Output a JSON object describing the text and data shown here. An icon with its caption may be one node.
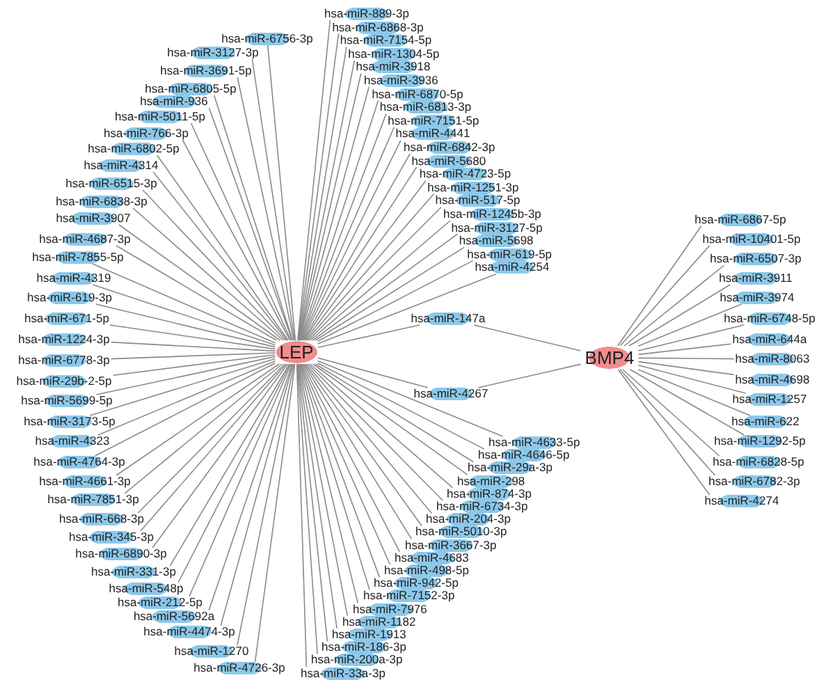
{
  "diagram": {
    "nodes": [
      {
        "text": [
          "LEP"
        ]
      },
      {
        "text": [
          "BMP4"
        ]
      },
      {
        "text": [
          "hsa-miR-6756-3p"
        ]
      },
      {
        "text": [
          "hsa-miR-3127-3p"
        ]
      },
      {
        "text": [
          "hsa-miR-3691-5p"
        ]
      },
      {
        "text": [
          "hsa-miR-6805-5p"
        ]
      },
      {
        "text": [
          "hsa-miR-936"
        ]
      },
      {
        "text": [
          "hsa-miR-5011-5p"
        ]
      },
      {
        "text": [
          "hsa-miR-766-3p"
        ]
      },
      {
        "text": [
          "hsa-miR-6802-5p"
        ]
      },
      {
        "text": [
          "hsa-miR-4314"
        ]
      },
      {
        "text": [
          "hsa-miR-6515-3p"
        ]
      },
      {
        "text": [
          "hsa-miR-6838-3p"
        ]
      },
      {
        "text": [
          "hsa-miR-3907"
        ]
      },
      {
        "text": [
          "hsa-miR-4687-3p"
        ]
      },
      {
        "text": [
          "hsa-miR-7855-5p"
        ]
      },
      {
        "text": [
          "hsa-miR-4319"
        ]
      },
      {
        "text": [
          "hsa-miR-619-3p"
        ]
      },
      {
        "text": [
          "hsa-miR-671-5p"
        ]
      },
      {
        "text": [
          "hsa-miR-1224-3p"
        ]
      },
      {
        "text": [
          "hsa-miR-6778-3p"
        ]
      },
      {
        "text": [
          "hsa-miR-29b-2-5p"
        ]
      },
      {
        "text": [
          "hsa-miR-5699-5p"
        ]
      },
      {
        "text": [
          "hsa-miR-3173-5p"
        ]
      },
      {
        "text": [
          "hsa-miR-4323"
        ]
      },
      {
        "text": [
          "hsa-miR-4764-3p"
        ]
      },
      {
        "text": [
          "hsa-miR-4661-3p"
        ]
      },
      {
        "text": [
          "hsa-miR-7851-3p"
        ]
      },
      {
        "text": [
          "hsa-miR-668-3p"
        ]
      },
      {
        "text": [
          "hsa-miR-345-3p"
        ]
      },
      {
        "text": [
          "hsa-miR-6890-3p"
        ]
      },
      {
        "text": [
          "hsa-miR-331-3p"
        ]
      },
      {
        "text": [
          "hsa-miR-548p"
        ]
      },
      {
        "text": [
          "hsa-miR-212-5p"
        ]
      },
      {
        "text": [
          "hsa-miR-5692a"
        ]
      },
      {
        "text": [
          "hsa-miR-4474-3p"
        ]
      },
      {
        "text": [
          "hsa-miR-1270"
        ]
      },
      {
        "text": [
          "hsa-miR-4726-3p"
        ]
      },
      {
        "text": [
          "hsa-miR-33a-3p"
        ]
      },
      {
        "text": [
          "hsa-miR-200a-3p"
        ]
      },
      {
        "text": [
          "hsa-miR-186-3p"
        ]
      },
      {
        "text": [
          "hsa-miR-1913"
        ]
      },
      {
        "text": [
          "hsa-miR-1182"
        ]
      },
      {
        "text": [
          "hsa-miR-7152-3p"
        ]
      },
      {
        "text": [
          "hsa-miR-4683"
        ]
      },
      {
        "text": [
          "hsa-miR-204-3p"
        ]
      },
      {
        "text": [
          "hsa-miR-4646-5p"
        ]
      },
      {
        "text": [
          "hsa-miR-4633-5p"
        ]
      },
      {
        "text": [
          "hsa-miR-29a-3p"
        ]
      },
      {
        "text": [
          "hsa-miR-874-3p"
        ]
      },
      {
        "text": [
          "hsa-miR-5010-3p"
        ]
      },
      {
        "text": [
          "hsa-miR-298"
        ]
      },
      {
        "text": [
          "hsa-miR-498-5p"
        ]
      },
      {
        "text": [
          "hsa-miR-6734-3p"
        ]
      },
      {
        "text": [
          "hsa-miR-942-5p"
        ]
      },
      {
        "text": [
          "hsa-miR-7976"
        ]
      },
      {
        "text": [
          "hsa-miR-3667-3p"
        ]
      },
      {
        "text": [
          "hsa-miR-889-3p"
        ]
      },
      {
        "text": [
          "hsa-miR-6868-3p"
        ]
      },
      {
        "text": [
          "hsa-miR-7154-5p"
        ]
      },
      {
        "text": [
          "hsa-miR-1304-5p"
        ]
      },
      {
        "text": [
          "hsa-miR-6870-5p"
        ]
      },
      {
        "text": [
          "hsa-miR-4441"
        ]
      },
      {
        "text": [
          "hsa-miR-1251-3p"
        ]
      },
      {
        "text": [
          "hsa-miR-5698"
        ]
      },
      {
        "text": [
          "hsa-miR-3918"
        ]
      },
      {
        "text": [
          "hsa-miR-3936"
        ]
      },
      {
        "text": [
          "hsa-miR-6813-3p"
        ]
      },
      {
        "text": [
          "hsa-miR-6842-3p"
        ]
      },
      {
        "text": [
          "hsa-miR-4723-5p"
        ]
      },
      {
        "text": [
          "hsa-miR-1245b-3p"
        ]
      },
      {
        "text": [
          "hsa-miR-619-5p"
        ]
      },
      {
        "text": [
          "hsa-miR-7151-5p"
        ]
      },
      {
        "text": [
          "hsa-miR-5680"
        ]
      },
      {
        "text": [
          "hsa-miR-517-5p"
        ]
      },
      {
        "text": [
          "hsa-miR-3127-5p"
        ]
      },
      {
        "text": [
          "hsa-miR-4254"
        ]
      },
      {
        "text": [
          "hsa-miR-147a"
        ]
      },
      {
        "text": [
          "hsa-miR-4267"
        ]
      },
      {
        "text": [
          "hsa-miR-6867-5p"
        ]
      },
      {
        "text": [
          "hsa-miR-10401-5p"
        ]
      },
      {
        "text": [
          "hsa-miR-6507-3p"
        ]
      },
      {
        "text": [
          "hsa-miR-3911"
        ]
      },
      {
        "text": [
          "hsa-miR-3974"
        ]
      },
      {
        "text": [
          "hsa-miR-6748-5p"
        ]
      },
      {
        "text": [
          "hsa-miR-644a"
        ]
      },
      {
        "text": [
          "hsa-miR-8063"
        ]
      },
      {
        "text": [
          "hsa-miR-4698"
        ]
      },
      {
        "text": [
          "hsa-miR-1257"
        ]
      },
      {
        "text": [
          "hsa-miR-622"
        ]
      },
      {
        "text": [
          "hsa-miR-1292-5p"
        ]
      },
      {
        "text": [
          "hsa-miR-6828-5p"
        ]
      },
      {
        "text": [
          "hsa-miR-6782-3p"
        ]
      },
      {
        "text": [
          "hsa-miR-4274"
        ]
      }
    ],
    "edges": [
      {
        "from": 0,
        "to": 2,
        "arrow": "none"
      },
      {
        "from": 0,
        "to": 3,
        "arrow": "none"
      },
      {
        "from": 0,
        "to": 4,
        "arrow": "none"
      },
      {
        "from": 0,
        "to": 5,
        "arrow": "none"
      },
      {
        "from": 0,
        "to": 6,
        "arrow": "none"
      },
      {
        "from": 0,
        "to": 7,
        "arrow": "none"
      },
      {
        "from": 0,
        "to": 8,
        "arrow": "none"
      },
      {
        "from": 0,
        "to": 9,
        "arrow": "none"
      },
      {
        "from": 0,
        "to": 10,
        "arrow": "none"
      },
      {
        "from": 0,
        "to": 11,
        "arrow": "none"
      },
      {
        "from": 0,
        "to": 12,
        "arrow": "none"
      },
      {
        "from": 0,
        "to": 13,
        "arrow": "none"
      },
      {
        "from": 0,
        "to": 14,
        "arrow": "none"
      },
      {
        "from": 0,
        "to": 15,
        "arrow": "none"
      },
      {
        "from": 0,
        "to": 16,
        "arrow": "none"
      },
      {
        "from": 0,
        "to": 17,
        "arrow": "none"
      },
      {
        "from": 0,
        "to": 18,
        "arrow": "none"
      },
      {
        "from": 0,
        "to": 19,
        "arrow": "none"
      },
      {
        "from": 0,
        "to": 20,
        "arrow": "none"
      },
      {
        "from": 0,
        "to": 21,
        "arrow": "none"
      },
      {
        "from": 0,
        "to": 22,
        "arrow": "none"
      },
      {
        "from": 0,
        "to": 23,
        "arrow": "none"
      },
      {
        "from": 0,
        "to": 24,
        "arrow": "none"
      },
      {
        "from": 0,
        "to": 25,
        "arrow": "none"
      },
      {
        "from": 0,
        "to": 26,
        "arrow": "none"
      },
      {
        "from": 0,
        "to": 27,
        "arrow": "none"
      },
      {
        "from": 0,
        "to": 28,
        "arrow": "none"
      },
      {
        "from": 0,
        "to": 29,
        "arrow": "none"
      },
      {
        "from": 0,
        "to": 30,
        "arrow": "none"
      },
      {
        "from": 0,
        "to": 31,
        "arrow": "none"
      },
      {
        "from": 0,
        "to": 32,
        "arrow": "none"
      },
      {
        "from": 0,
        "to": 33,
        "arrow": "none"
      },
      {
        "from": 0,
        "to": 34,
        "arrow": "none"
      },
      {
        "from": 0,
        "to": 35,
        "arrow": "none"
      },
      {
        "from": 0,
        "to": 36,
        "arrow": "none"
      },
      {
        "from": 0,
        "to": 37,
        "arrow": "none"
      },
      {
        "from": 0,
        "to": 38,
        "arrow": "none"
      },
      {
        "from": 0,
        "to": 39,
        "arrow": "none"
      },
      {
        "from": 0,
        "to": 40,
        "arrow": "none"
      },
      {
        "from": 0,
        "to": 41,
        "arrow": "none"
      },
      {
        "from": 0,
        "to": 42,
        "arrow": "none"
      },
      {
        "from": 0,
        "to": 43,
        "arrow": "none"
      },
      {
        "from": 0,
        "to": 44,
        "arrow": "none"
      },
      {
        "from": 0,
        "to": 45,
        "arrow": "none"
      },
      {
        "from": 0,
        "to": 46,
        "arrow": "none"
      },
      {
        "from": 0,
        "to": 47,
        "arrow": "none"
      },
      {
        "from": 0,
        "to": 48,
        "arrow": "none"
      },
      {
        "from": 0,
        "to": 49,
        "arrow": "none"
      },
      {
        "from": 0,
        "to": 50,
        "arrow": "none"
      },
      {
        "from": 0,
        "to": 51,
        "arrow": "none"
      },
      {
        "from": 0,
        "to": 52,
        "arrow": "none"
      },
      {
        "from": 0,
        "to": 53,
        "arrow": "none"
      },
      {
        "from": 0,
        "to": 54,
        "arrow": "none"
      },
      {
        "from": 0,
        "to": 55,
        "arrow": "none"
      },
      {
        "from": 0,
        "to": 56,
        "arrow": "none"
      },
      {
        "from": 0,
        "to": 57,
        "arrow": "none"
      },
      {
        "from": 0,
        "to": 58,
        "arrow": "none"
      },
      {
        "from": 0,
        "to": 59,
        "arrow": "none"
      },
      {
        "from": 0,
        "to": 60,
        "arrow": "none"
      },
      {
        "from": 0,
        "to": 61,
        "arrow": "none"
      },
      {
        "from": 0,
        "to": 62,
        "arrow": "none"
      },
      {
        "from": 0,
        "to": 63,
        "arrow": "none"
      },
      {
        "from": 0,
        "to": 64,
        "arrow": "none"
      },
      {
        "from": 0,
        "to": 65,
        "arrow": "none"
      },
      {
        "from": 0,
        "to": 66,
        "arrow": "none"
      },
      {
        "from": 0,
        "to": 67,
        "arrow": "none"
      },
      {
        "from": 0,
        "to": 68,
        "arrow": "none"
      },
      {
        "from": 0,
        "to": 69,
        "arrow": "none"
      },
      {
        "from": 0,
        "to": 70,
        "arrow": "none"
      },
      {
        "from": 0,
        "to": 71,
        "arrow": "none"
      },
      {
        "from": 0,
        "to": 72,
        "arrow": "none"
      },
      {
        "from": 0,
        "to": 73,
        "arrow": "none"
      },
      {
        "from": 0,
        "to": 74,
        "arrow": "none"
      },
      {
        "from": 0,
        "to": 75,
        "arrow": "none"
      },
      {
        "from": 0,
        "to": 76,
        "arrow": "none"
      },
      {
        "from": 0,
        "to": 77,
        "arrow": "none"
      },
      {
        "from": 0,
        "to": 78,
        "arrow": "none"
      },
      {
        "from": 1,
        "to": 77,
        "arrow": "none"
      },
      {
        "from": 1,
        "to": 78,
        "arrow": "none"
      },
      {
        "from": 1,
        "to": 79,
        "arrow": "none"
      },
      {
        "from": 1,
        "to": 80,
        "arrow": "none"
      },
      {
        "from": 1,
        "to": 81,
        "arrow": "none"
      },
      {
        "from": 1,
        "to": 82,
        "arrow": "none"
      },
      {
        "from": 1,
        "to": 83,
        "arrow": "none"
      },
      {
        "from": 1,
        "to": 84,
        "arrow": "none"
      },
      {
        "from": 1,
        "to": 85,
        "arrow": "none"
      },
      {
        "from": 1,
        "to": 86,
        "arrow": "none"
      },
      {
        "from": 1,
        "to": 87,
        "arrow": "none"
      },
      {
        "from": 1,
        "to": 88,
        "arrow": "none"
      },
      {
        "from": 1,
        "to": 89,
        "arrow": "none"
      },
      {
        "from": 1,
        "to": 90,
        "arrow": "none"
      },
      {
        "from": 1,
        "to": 91,
        "arrow": "none"
      },
      {
        "from": 1,
        "to": 92,
        "arrow": "none"
      },
      {
        "from": 1,
        "to": 93,
        "arrow": "none"
      }
    ]
  }
}
